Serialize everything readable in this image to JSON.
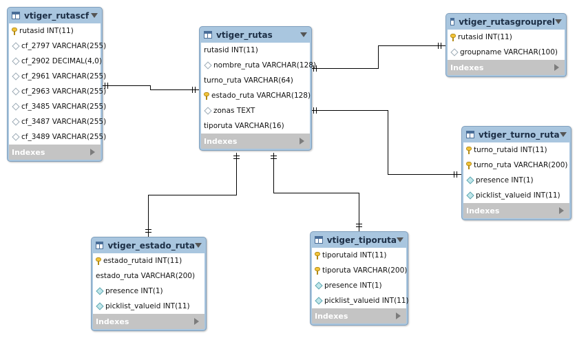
{
  "tables": [
    {
      "id": "vtiger_rutascf",
      "title": "vtiger_rutascf",
      "indexes_label": "Indexes",
      "columns": [
        {
          "text": "rutasid INT(11)",
          "icon": "key-icon"
        },
        {
          "text": "cf_2797 VARCHAR(255)",
          "icon": "diamond-white-icon"
        },
        {
          "text": "cf_2902 DECIMAL(4,0)",
          "icon": "diamond-white-icon"
        },
        {
          "text": "cf_2961 VARCHAR(255)",
          "icon": "diamond-white-icon"
        },
        {
          "text": "cf_2963 VARCHAR(255)",
          "icon": "diamond-white-icon"
        },
        {
          "text": "cf_3485 VARCHAR(255)",
          "icon": "diamond-white-icon"
        },
        {
          "text": "cf_3487 VARCHAR(255)",
          "icon": "diamond-white-icon"
        },
        {
          "text": "cf_3489 VARCHAR(255)",
          "icon": "diamond-white-icon"
        }
      ]
    },
    {
      "id": "vtiger_rutas",
      "title": "vtiger_rutas",
      "indexes_label": "Indexes",
      "columns": [
        {
          "text": "rutasid INT(11)",
          "icon": "none"
        },
        {
          "text": "nombre_ruta VARCHAR(128)",
          "icon": "diamond-white-icon"
        },
        {
          "text": "turno_ruta VARCHAR(64)",
          "icon": "none"
        },
        {
          "text": "estado_ruta VARCHAR(128)",
          "icon": "key-icon"
        },
        {
          "text": "zonas TEXT",
          "icon": "diamond-white-icon"
        },
        {
          "text": "tiporuta VARCHAR(16)",
          "icon": "none"
        }
      ]
    },
    {
      "id": "vtiger_rutasgrouprel",
      "title": "vtiger_rutasgrouprel",
      "indexes_label": "Indexes",
      "columns": [
        {
          "text": "rutasid INT(11)",
          "icon": "key-icon"
        },
        {
          "text": "groupname VARCHAR(100)",
          "icon": "diamond-white-icon"
        }
      ]
    },
    {
      "id": "vtiger_turno_ruta",
      "title": "vtiger_turno_ruta",
      "indexes_label": "Indexes",
      "columns": [
        {
          "text": "turno_rutaid INT(11)",
          "icon": "key-icon"
        },
        {
          "text": "turno_ruta VARCHAR(200)",
          "icon": "key-icon"
        },
        {
          "text": "presence INT(1)",
          "icon": "diamond-icon"
        },
        {
          "text": "picklist_valueid INT(11)",
          "icon": "diamond-icon"
        }
      ]
    },
    {
      "id": "vtiger_estado_ruta",
      "title": "vtiger_estado_ruta",
      "indexes_label": "Indexes",
      "columns": [
        {
          "text": "estado_rutaid INT(11)",
          "icon": "key-icon"
        },
        {
          "text": "estado_ruta VARCHAR(200)",
          "icon": "none"
        },
        {
          "text": "presence INT(1)",
          "icon": "diamond-icon"
        },
        {
          "text": "picklist_valueid INT(11)",
          "icon": "diamond-icon"
        }
      ]
    },
    {
      "id": "vtiger_tiporuta",
      "title": "vtiger_tiporuta",
      "indexes_label": "Indexes",
      "columns": [
        {
          "text": "tiporutaid INT(11)",
          "icon": "key-icon"
        },
        {
          "text": "tiporuta VARCHAR(200)",
          "icon": "key-icon"
        },
        {
          "text": "presence INT(1)",
          "icon": "diamond-icon"
        },
        {
          "text": "picklist_valueid INT(11)",
          "icon": "diamond-icon"
        }
      ]
    }
  ],
  "relationships": [
    {
      "from": "vtiger_rutascf",
      "to": "vtiger_rutas",
      "cardinality": "one-to-one"
    },
    {
      "from": "vtiger_rutas",
      "to": "vtiger_rutasgrouprel",
      "cardinality": "one-to-one"
    },
    {
      "from": "vtiger_rutas",
      "to": "vtiger_turno_ruta",
      "cardinality": "one-to-one"
    },
    {
      "from": "vtiger_rutas",
      "to": "vtiger_estado_ruta",
      "cardinality": "one-to-one"
    },
    {
      "from": "vtiger_rutas",
      "to": "vtiger_tiporuta",
      "cardinality": "one-to-one"
    }
  ],
  "colors": {
    "header": "#a9c6df",
    "border": "#7f9fbd",
    "indexes_bar": "#c4c4c4",
    "connector": "#000000",
    "key": "#f2c33a",
    "attribute": "#bfe6ea"
  }
}
